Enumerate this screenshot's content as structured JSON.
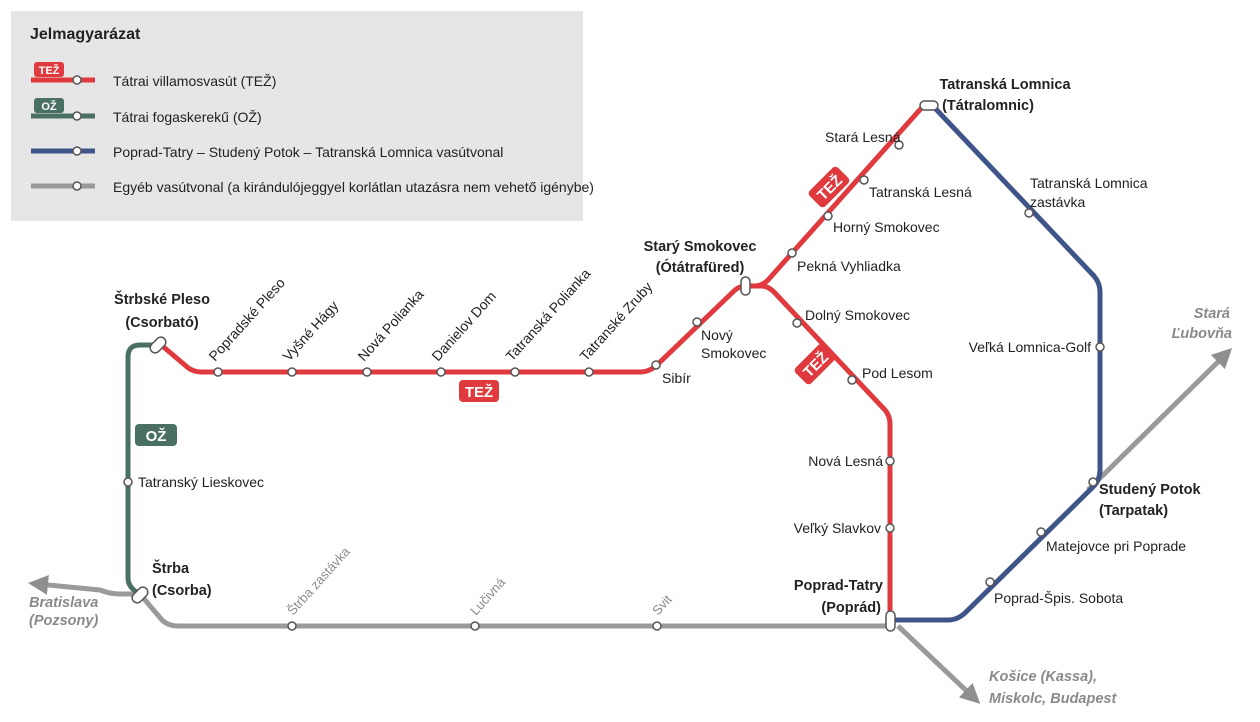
{
  "legend": {
    "title": "Jelmagyarázat",
    "items": [
      {
        "badge": "TEŽ",
        "label": "Tátrai villamosvasút (TEŽ)",
        "color": "#e03a3e"
      },
      {
        "badge": "OŽ",
        "label": "Tátrai fogaskerekű (OŽ)",
        "color": "#4a7066"
      },
      {
        "badge": "",
        "label": "Poprad-Tatry – Studený Potok – Tatranská Lomnica vasútvonal",
        "color": "#3f5488"
      },
      {
        "badge": "",
        "label": "Egyéb vasútvonal (a kirándulójeggyel korlátlan utazásra  nem vehető  igénybe)",
        "color": "#9a9a9a"
      }
    ]
  },
  "badges": {
    "tez": "TEŽ",
    "oz": "OŽ"
  },
  "stations": {
    "strbske_pleso": [
      "Štrbské Pleso",
      "(Csorbató)"
    ],
    "popradske_pleso": "Popradské Pleso",
    "vysne_hagy": "Vyšné Hágy",
    "nova_polianka": "Nová Polianka",
    "danielov_dom": "Danielov Dom",
    "tatranska_polianka": "Tatranská Polianka",
    "tatranske_zruby": "Tatranské Zruby",
    "sibir": "Sibír",
    "novy_smokovec": [
      "Nový",
      "Smokovec"
    ],
    "stary_smokovec": [
      "Starý Smokovec",
      "(Ótátrafüred)"
    ],
    "pekna_vyhliadka": "Pekná Vyhliadka",
    "horny_smokovec": "Horný Smokovec",
    "tatranska_lesna": "Tatranská Lesná",
    "stara_lesna": "Stará Lesná",
    "tatranska_lomnica": [
      "Tatranská Lomnica",
      "(Tátralomnic)"
    ],
    "tatranska_lomnica_zastavka": [
      "Tatranská Lomnica",
      "zastávka"
    ],
    "velka_lomnica_golf": "Veľká Lomnica-Golf",
    "studeny_potok": [
      "Studený Potok",
      "(Tarpatak)"
    ],
    "matejovce": "Matejovce pri Poprade",
    "spis_sobota": "Poprad-Špis. Sobota",
    "poprad_tatry": [
      "Poprad-Tatry",
      "(Poprád)"
    ],
    "dolny_smokovec": "Dolný Smokovec",
    "pod_lesom": "Pod Lesom",
    "nova_lesna": "Nová Lesná",
    "velky_slavkov": "Veľký Slavkov",
    "tatransky_lieskovec": "Tatranský Lieskovec",
    "strba": [
      "Štrba",
      "(Csorba)"
    ],
    "strba_zastavka": "Štrba zastávka",
    "lucivna": "Lučivná",
    "svit": "Svit"
  },
  "destinations": {
    "bratislava": [
      "Bratislava",
      "(Pozsony)"
    ],
    "stara_lubovna": [
      "Stará",
      "Ľubovňa"
    ],
    "kosice": [
      "Košice (Kassa),",
      "Miskolc, Budapest"
    ]
  }
}
